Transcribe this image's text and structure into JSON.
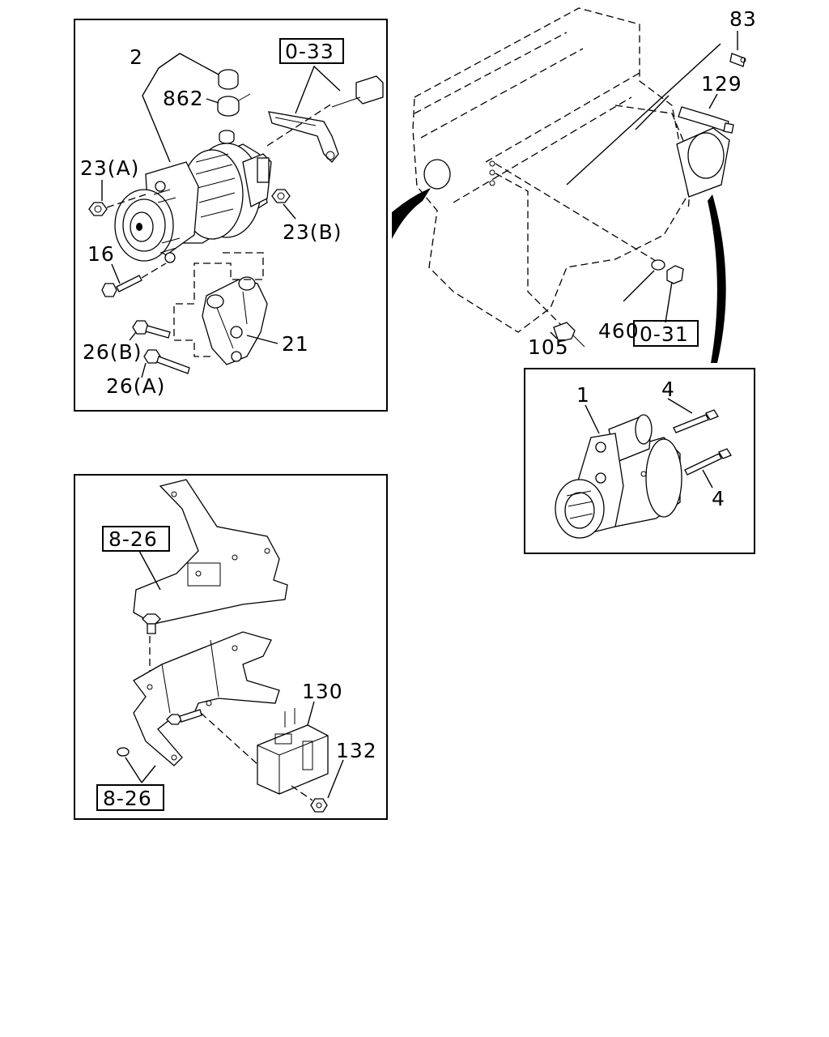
{
  "diagram": {
    "callouts": {
      "alt_assy": "2",
      "alt_cap": "862",
      "ref_top": "0-33",
      "nut_a": "23(A)",
      "nut_b": "23(B)",
      "bolt_16": "16",
      "bracket_21": "21",
      "bolt_26b": "26(B)",
      "bolt_26a": "26(A)",
      "bolt_83": "83",
      "sensor_129": "129",
      "washer_460": "460",
      "switch_105": "105",
      "ref_right": "0-31",
      "starter_1": "1",
      "bolt_4a": "4",
      "bolt_4b": "4",
      "ref_lower_a": "8-26",
      "relay_130": "130",
      "nut_132": "132",
      "ref_lower_b": "8-26"
    }
  }
}
